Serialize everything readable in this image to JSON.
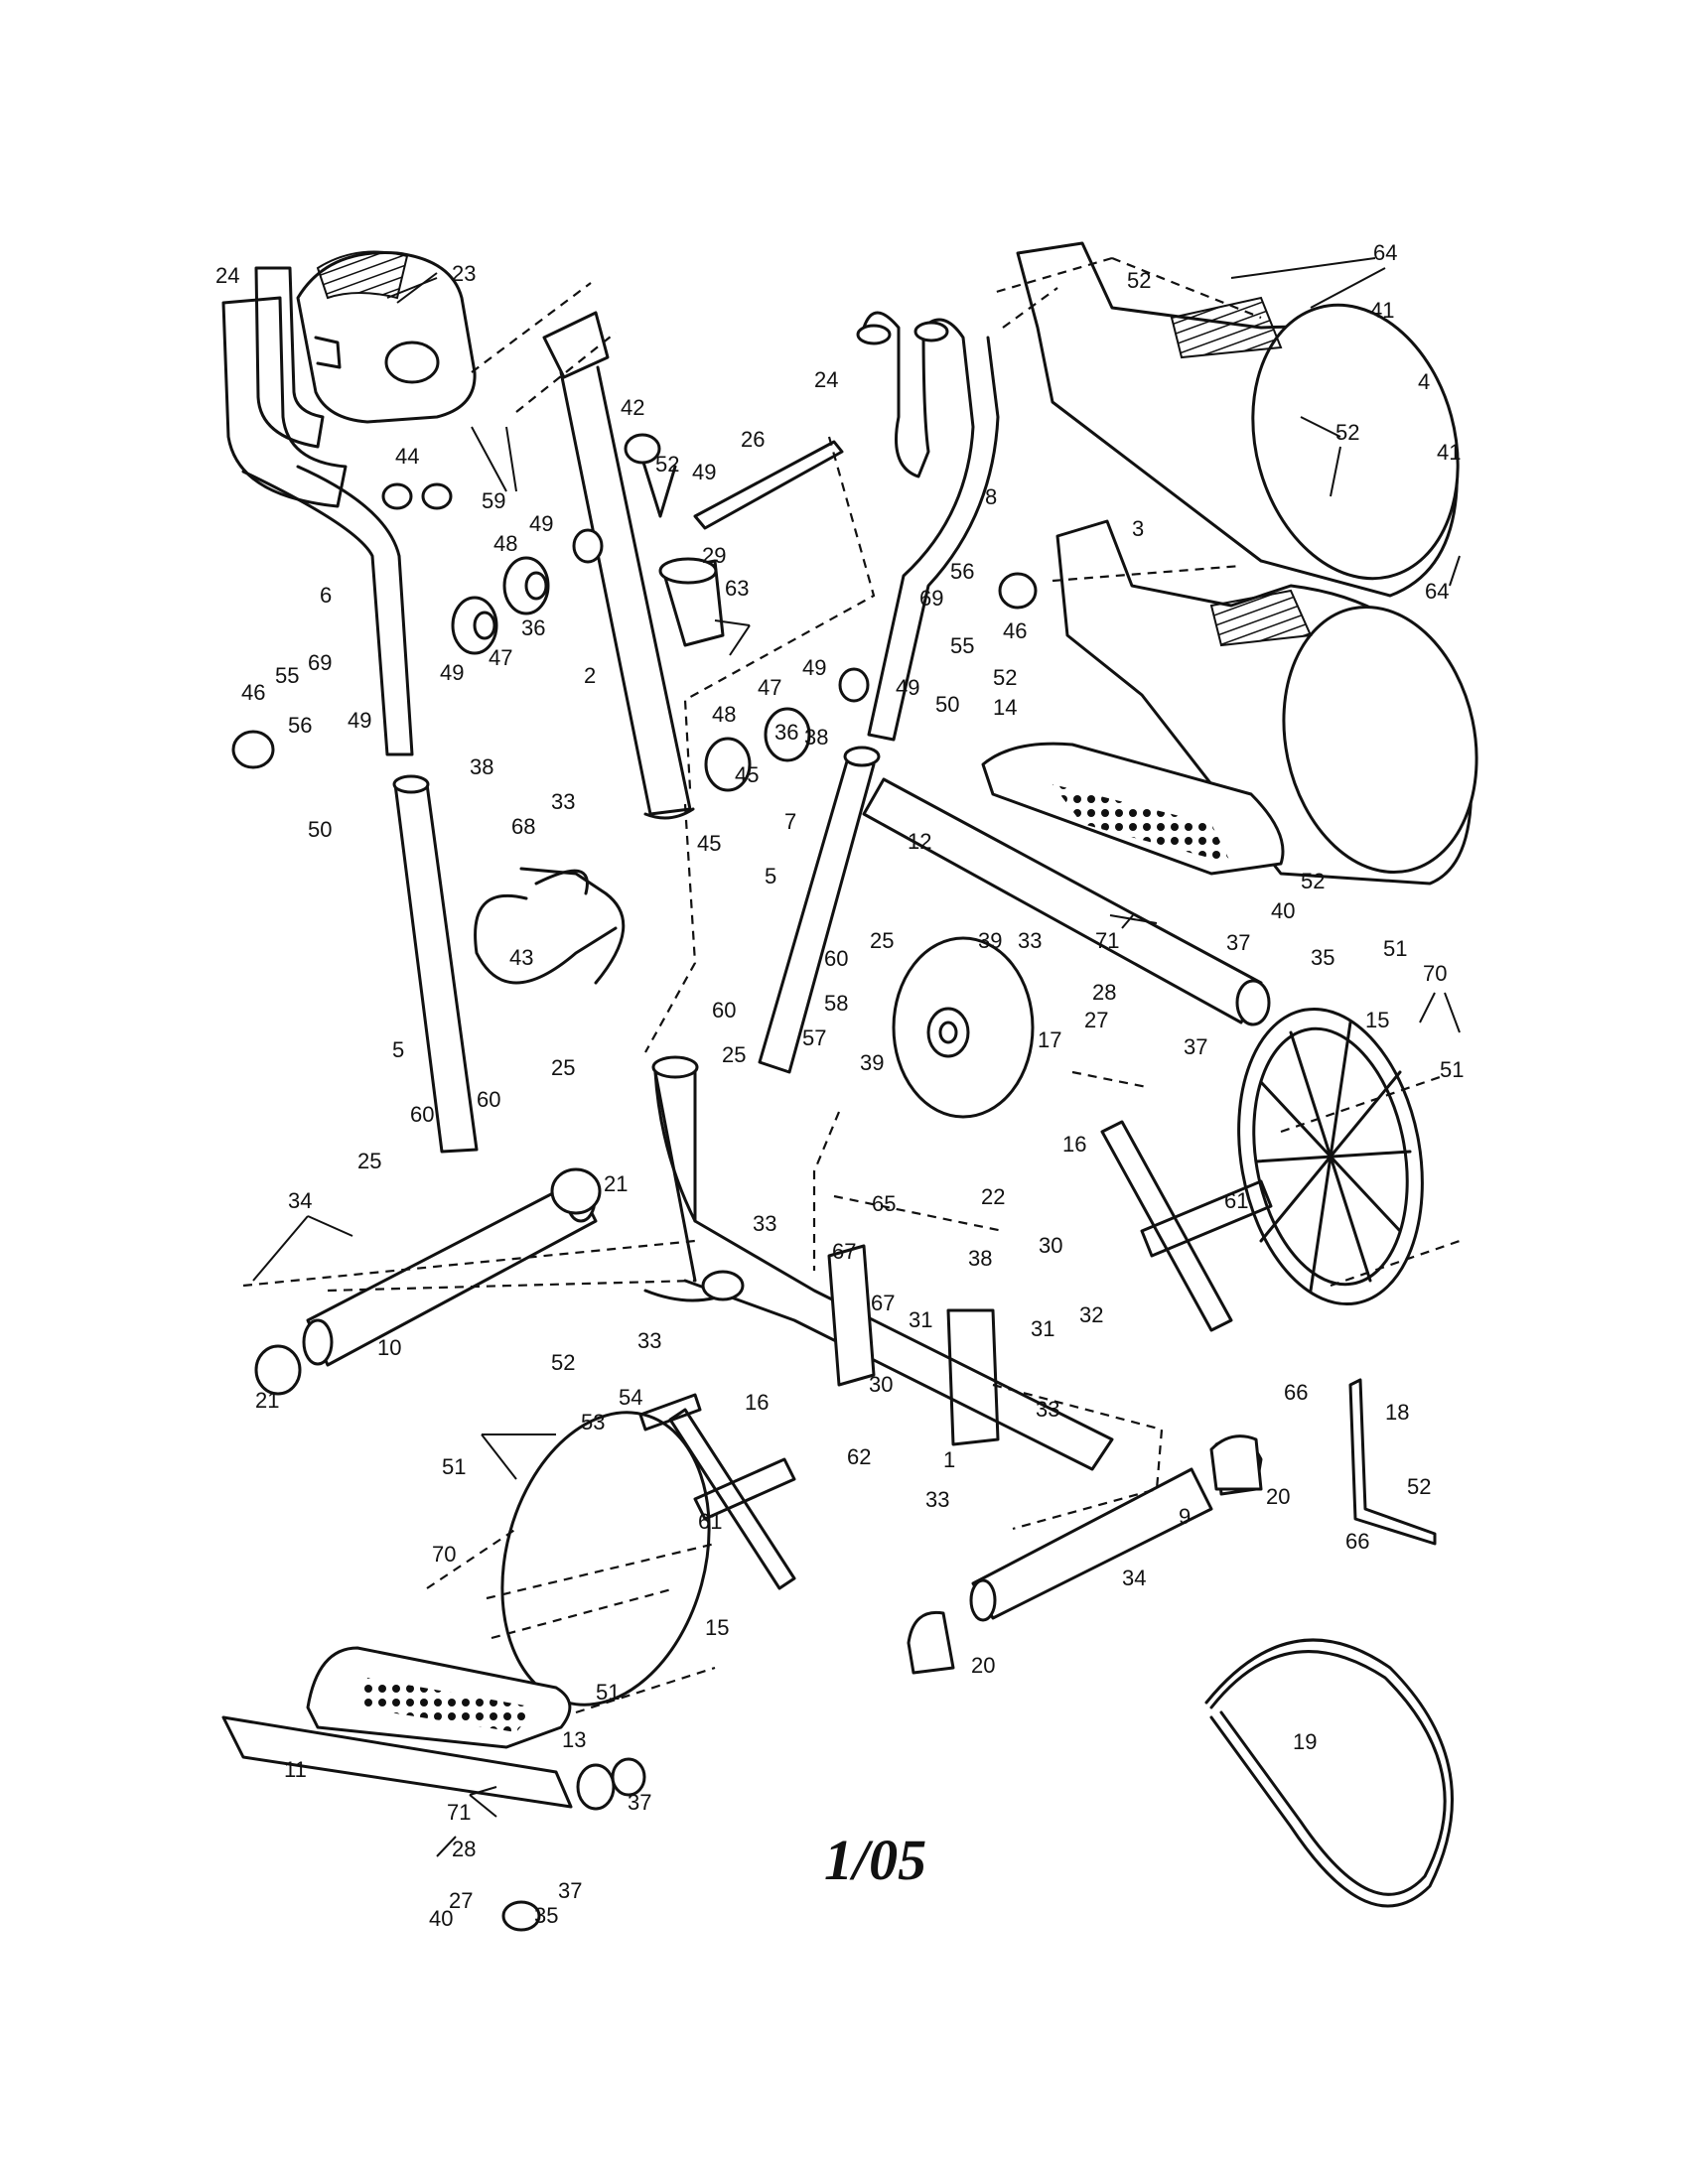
{
  "diagram": {
    "stamp": "1/05",
    "callouts": [
      "1",
      "2",
      "3",
      "4",
      "5",
      "6",
      "7",
      "8",
      "9",
      "10",
      "11",
      "12",
      "13",
      "14",
      "15",
      "16",
      "17",
      "18",
      "19",
      "20",
      "21",
      "22",
      "23",
      "24",
      "25",
      "26",
      "27",
      "28",
      "29",
      "30",
      "31",
      "32",
      "33",
      "34",
      "35",
      "36",
      "37",
      "38",
      "39",
      "40",
      "41",
      "42",
      "43",
      "44",
      "45",
      "46",
      "47",
      "48",
      "49",
      "50",
      "51",
      "52",
      "53",
      "54",
      "55",
      "56",
      "57",
      "58",
      "59",
      "60",
      "61",
      "62",
      "63",
      "64",
      "65",
      "66",
      "67",
      "68",
      "69",
      "70",
      "71"
    ]
  }
}
